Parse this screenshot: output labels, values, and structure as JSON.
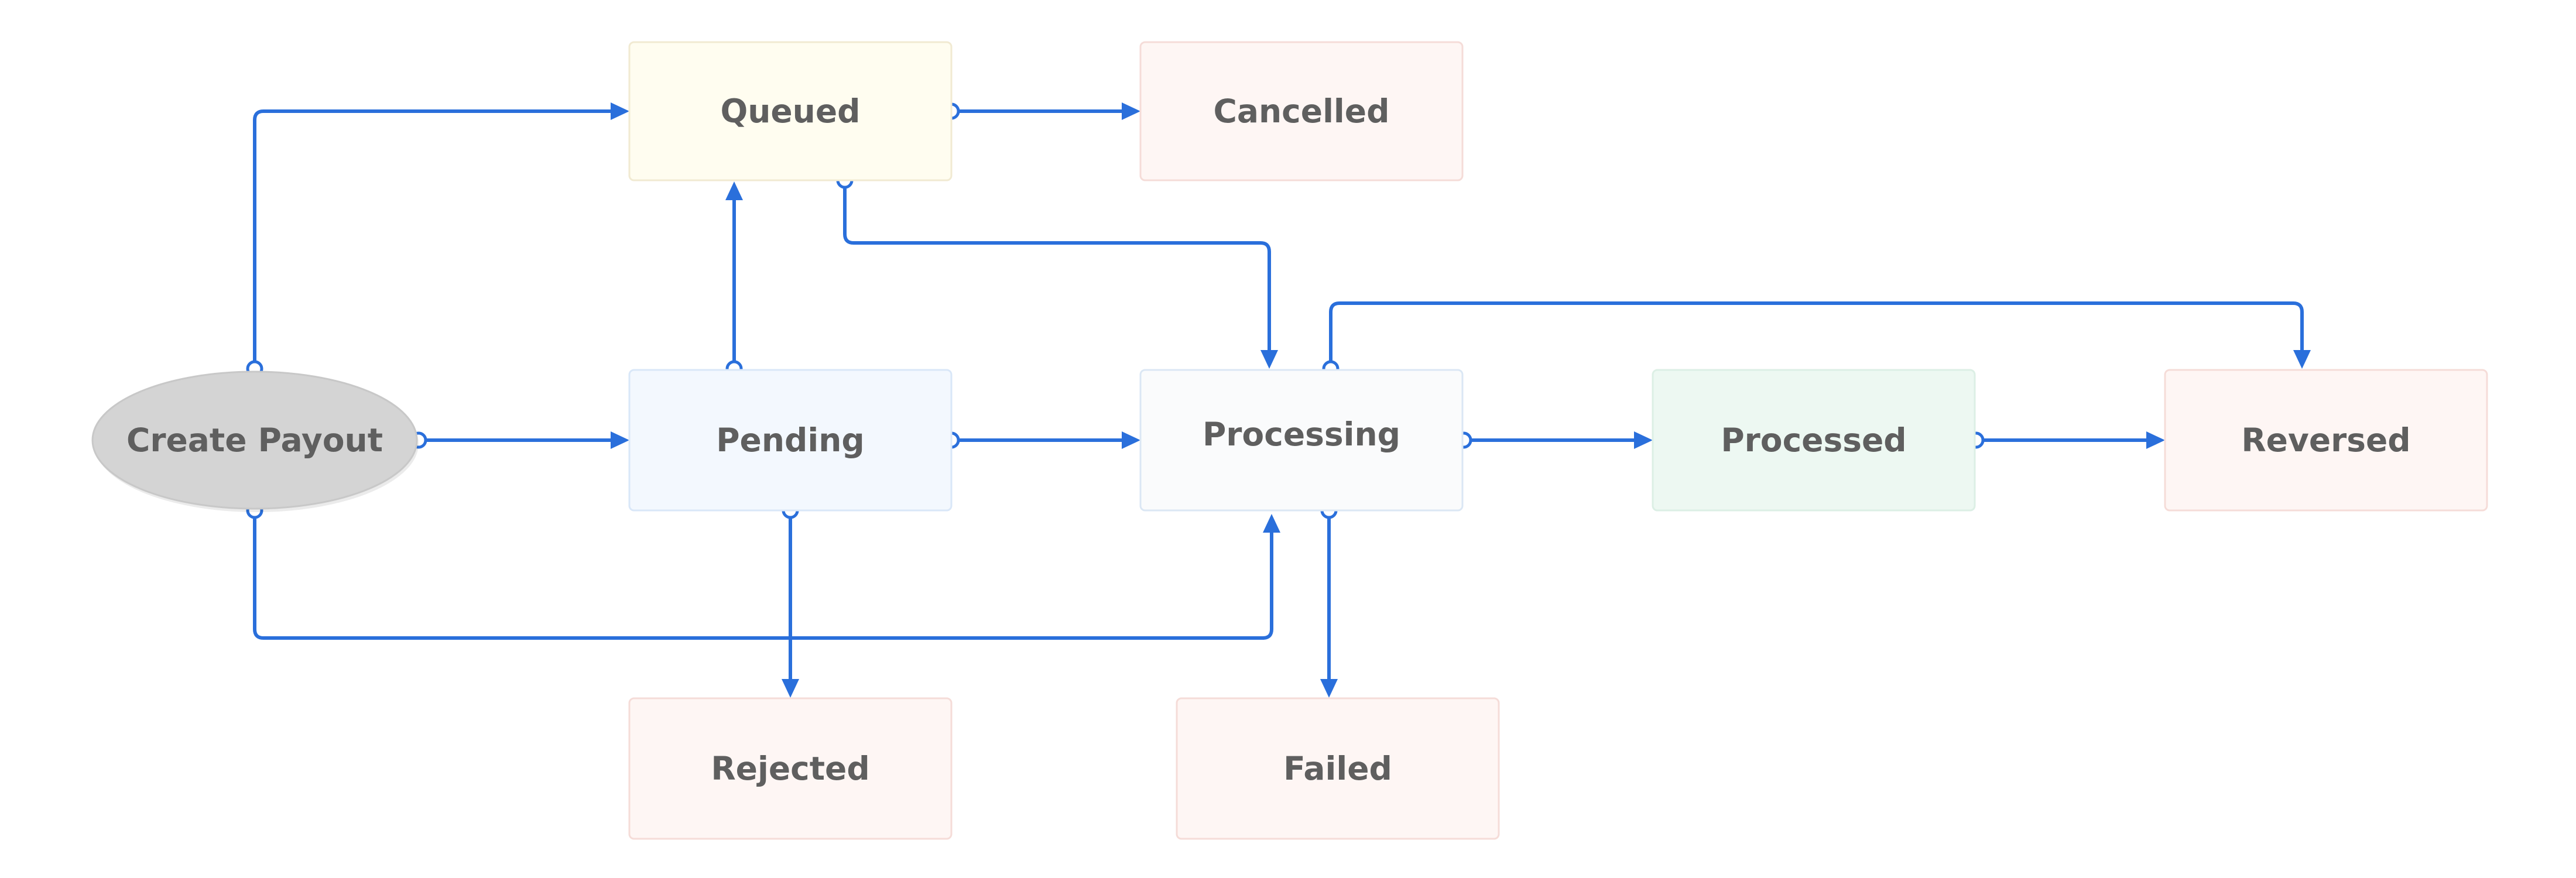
{
  "diagram": {
    "nodes": {
      "create_payout": {
        "label": "Create Payout",
        "fill": "#d4d4d4",
        "stroke": "#c8c8c8"
      },
      "queued": {
        "label": "Queued",
        "fill": "#fffdf0",
        "stroke": "#f1ead2"
      },
      "cancelled": {
        "label": "Cancelled",
        "fill": "#fef6f4",
        "stroke": "#f5dcd8"
      },
      "pending": {
        "label": "Pending",
        "fill": "#f3f8fe",
        "stroke": "#d9e7f8"
      },
      "processing": {
        "label": "Processing",
        "fill": "#fafbfc",
        "stroke": "#dbe7f4"
      },
      "processed": {
        "label": "Processed",
        "fill": "#edf8f2",
        "stroke": "#dcefe5"
      },
      "reversed": {
        "label": "Reversed",
        "fill": "#fef6f4",
        "stroke": "#f5dcd8"
      },
      "rejected": {
        "label": "Rejected",
        "fill": "#fef6f4",
        "stroke": "#f5dcd8"
      },
      "failed": {
        "label": "Failed",
        "fill": "#fef6f4",
        "stroke": "#f5dcd8"
      }
    },
    "edges": [
      {
        "from": "create_payout",
        "to": "queued"
      },
      {
        "from": "create_payout",
        "to": "pending"
      },
      {
        "from": "create_payout",
        "to": "processing"
      },
      {
        "from": "queued",
        "to": "cancelled"
      },
      {
        "from": "queued",
        "to": "processing"
      },
      {
        "from": "pending",
        "to": "queued"
      },
      {
        "from": "pending",
        "to": "processing"
      },
      {
        "from": "pending",
        "to": "rejected"
      },
      {
        "from": "processing",
        "to": "processed"
      },
      {
        "from": "processing",
        "to": "reversed"
      },
      {
        "from": "processing",
        "to": "failed"
      },
      {
        "from": "processed",
        "to": "reversed"
      }
    ],
    "edge_color": "#2a6fdb"
  }
}
